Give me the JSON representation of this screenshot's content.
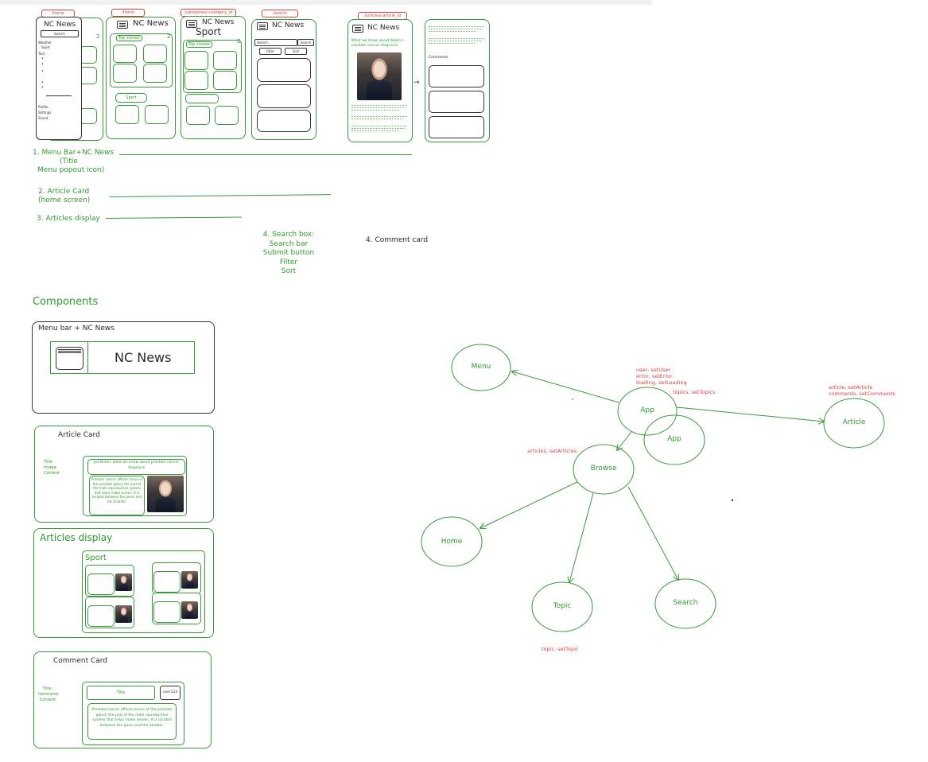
{
  "routes": [
    "/home",
    "/home",
    "/categories/:category_id",
    "/search",
    "/articles/:article_id"
  ],
  "wireframes": {
    "app_title": "NC News",
    "search_label": "Search",
    "menu_items": [
      "Weather",
      "Sport",
      "Tech"
    ],
    "menu_bottom": [
      "Profile",
      "Settings",
      "Saved"
    ],
    "top_stories": "Top stories",
    "sport": "Sport",
    "marker_two": "2",
    "marker_three": "3",
    "search_placeholder": "Search...",
    "search_button": "Search",
    "filter": "Filter",
    "sort": "Sort",
    "article_headline": "What we know about Biden's prostate cancer diagnosis",
    "comments_label": "Comments"
  },
  "annotations": {
    "a1_line1": "1. Menu Bar+NC News",
    "a1_line2": "(Title",
    "a1_line3": "Menu popout icon)",
    "a2_line1": "2. Article Card",
    "a2_line2": "(home screen)",
    "a3": "3. Articles display",
    "a4_lines": [
      "4. Search box:",
      "Search bar",
      "Submit button",
      "Filter",
      "Sort"
    ],
    "a5": "4. Comment card"
  },
  "components": {
    "heading": "Components",
    "menubar_title": "Menu bar + NC News",
    "menubar_app_title": "NC News",
    "article_card_title": "Article Card",
    "article_card_fields": [
      "Title",
      "Image",
      "Content"
    ],
    "article_card_headline": "Joe Biden: what we know about prostate cancer diagnosis",
    "article_card_body": "Prostate cancer affects tissue of the prostate gland, the part of the male reproductive system that helps make semen. It is located between the penis and the bladder.",
    "articles_display_title": "Articles display",
    "articles_display_topic": "Sport",
    "comment_card_title": "Comment Card",
    "comment_card_fields": [
      "Title",
      "Username",
      "Content"
    ],
    "comment_card_title_box": "Title",
    "comment_card_user": "user123",
    "comment_card_body": "Prostate cancer affects tissue of the prostate gland, the part of the male reproductive system that helps make semen. It is located between the penis and the bladder."
  },
  "flow": {
    "nodes": {
      "menu": "Menu",
      "app": "App",
      "app2": "App",
      "article": "Article",
      "browse": "Browse",
      "home": "Home",
      "topic": "Topic",
      "search": "Search"
    },
    "state_app": [
      "user, setUser",
      "error, setError",
      "loading, setLoading"
    ],
    "state_topics": "topics, setTopics",
    "state_article": [
      "article, setArticle",
      "comments, setComments"
    ],
    "state_browse": "articles, setArticles",
    "state_topic": "topic, setTopic"
  },
  "colors": {
    "accent": "#2f9a2f",
    "state": "#d94040",
    "ink": "#2a2a2a"
  }
}
